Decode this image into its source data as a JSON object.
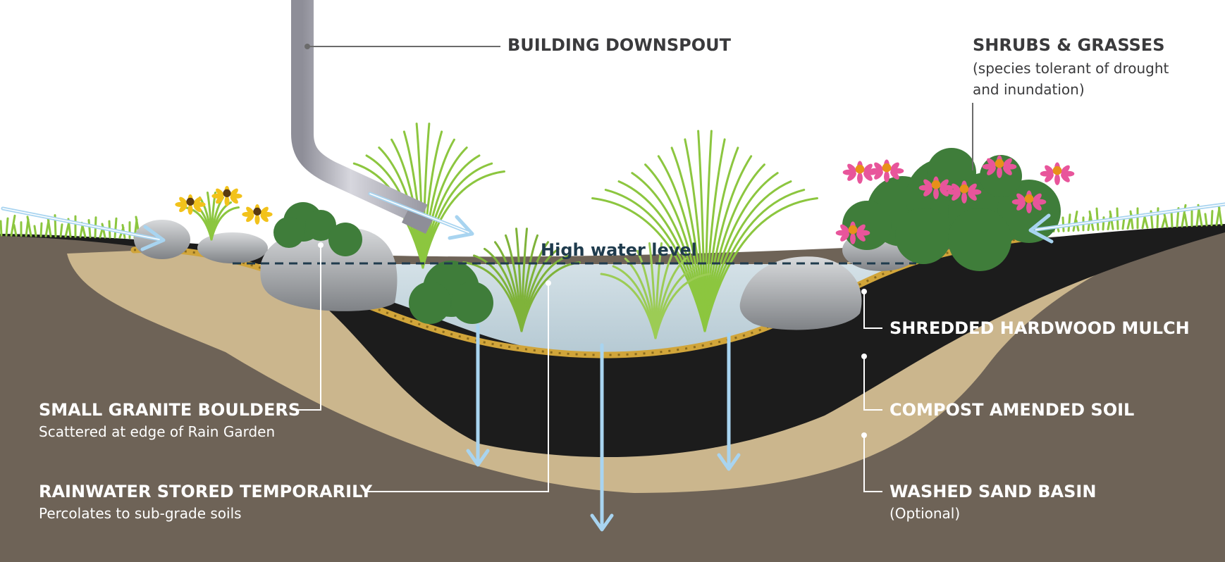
{
  "labels": {
    "downspout": "BUILDING DOWNSPOUT",
    "shrubs_title": "SHRUBS & GRASSES",
    "shrubs_sub_line1": "(species tolerant of drought",
    "shrubs_sub_line2": "and inundation)",
    "high_water": "High water level",
    "mulch": "SHREDDED HARDWOOD MULCH",
    "compost": "COMPOST AMENDED SOIL",
    "sand_title": "WASHED SAND BASIN",
    "sand_sub": "(Optional)",
    "boulders_title": "SMALL GRANITE BOULDERS",
    "boulders_sub": "Scattered at edge of Rain Garden",
    "rainwater_title": "RAINWATER STORED TEMPORARILY",
    "rainwater_sub": "Percolates to sub-grade soils"
  },
  "colors": {
    "subgrade": "#6e6357",
    "sand": "#cbb68d",
    "compost": "#1c1c1c",
    "mulch": "#d1a53a",
    "water": "#c5d6df",
    "water_arrow": "#a8d4f0",
    "grass": "#8cc63f",
    "shrub": "#3f7d3a",
    "coneflower": "#e8559b",
    "black_eyed_susan": "#f2c21b",
    "boulder": "#9a9ca0",
    "downspout": "#a9a9b3"
  }
}
